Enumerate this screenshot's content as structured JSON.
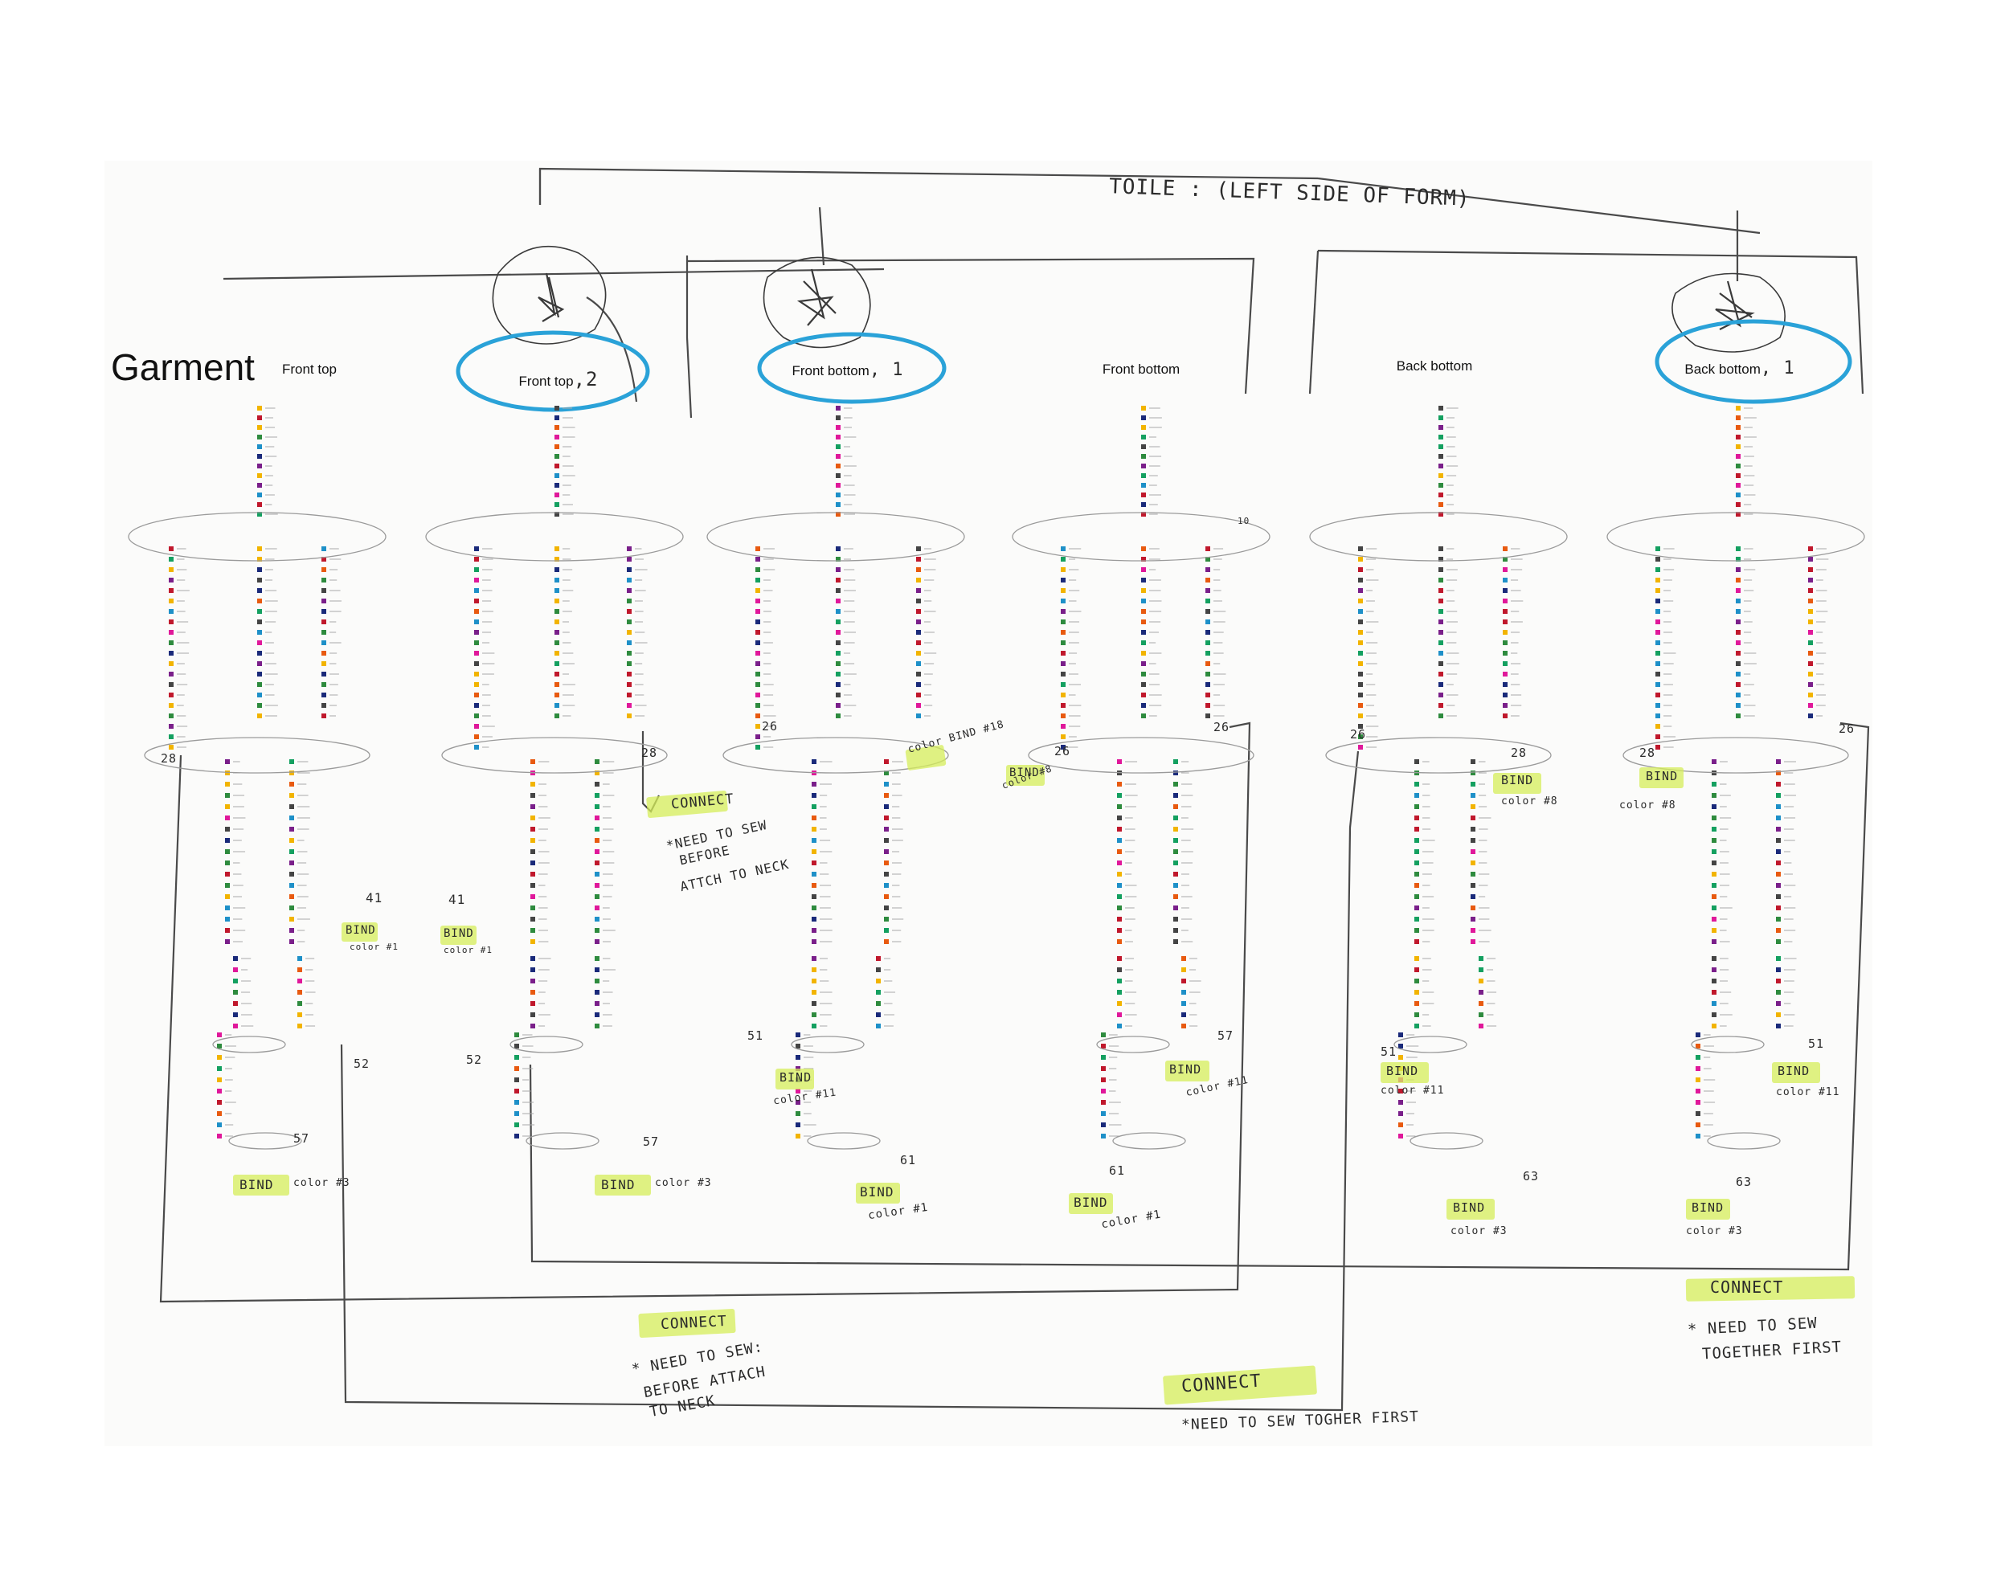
{
  "title": "Garment",
  "header_note": "TOILE : (LEFT SIDE OF FORM)",
  "columns": [
    {
      "label": "Front top",
      "circled": false,
      "mark": ""
    },
    {
      "label": "Front top",
      "circled": true,
      "mark": ",2"
    },
    {
      "label": "Front bottom",
      "circled": true,
      "mark": ", 1"
    },
    {
      "label": "Front bottom",
      "circled": false,
      "mark": ""
    },
    {
      "label": "Back bottom",
      "circled": false,
      "mark": ""
    },
    {
      "label": "Back bottom",
      "circled": true,
      "mark": ", 1"
    }
  ],
  "colors": {
    "circle": "#2aa2d8",
    "highlight": "#d6ee5a",
    "pencil": "#4a4a4a",
    "swatches": [
      "#2e8b3e",
      "#c0182c",
      "#1a2a7a",
      "#e0189a",
      "#f2b400",
      "#1e90c8",
      "#7a1f8a",
      "#444444",
      "#e85a10",
      "#14a060"
    ]
  },
  "notes": {
    "connect_top": {
      "label": "CONNECT",
      "text": [
        "*NEED TO SEW",
        "BEFORE",
        "ATTCH TO NECK"
      ]
    },
    "connect_bottom_left": {
      "label": "CONNECT",
      "text": [
        "* NEED TO SEW:",
        "BEFORE ATTACH",
        "TO NECK"
      ]
    },
    "connect_bottom_mid": {
      "label": "CONNECT",
      "text": [
        "*NEED TO SEW TOGHER FIRST"
      ]
    },
    "connect_right": {
      "label": "CONNECT",
      "text": [
        "* NEED TO SEW",
        "TOGETHER FIRST"
      ]
    }
  },
  "annotations": {
    "n26": "26",
    "n28": "28",
    "n41": "41",
    "n51": "51",
    "n52": "52",
    "n57": "57",
    "n61": "61",
    "n63": "63",
    "bind": "BIND",
    "color1": "color #1",
    "color3": "color #3",
    "color8": "color #8",
    "color11": "color #11",
    "color_bind_18": "color BIND #18",
    "small_mark": "10"
  }
}
